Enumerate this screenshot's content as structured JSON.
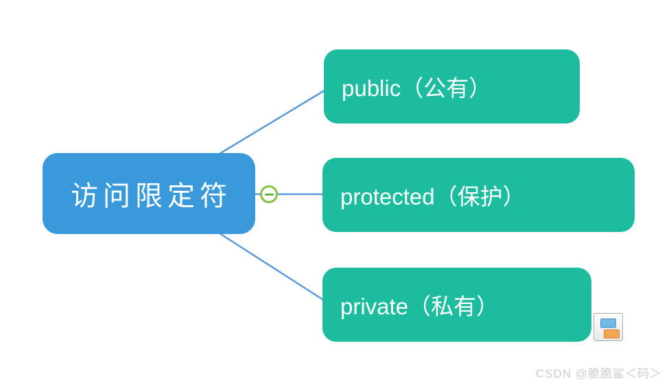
{
  "mindmap": {
    "root": {
      "label": "访问限定符",
      "fill": "#3999DB",
      "text_color": "#FFFFFF"
    },
    "branches": [
      {
        "label": "public（公有）",
        "fill": "#1EBC9E"
      },
      {
        "label": "protected（保护）",
        "fill": "#1EBC9E"
      },
      {
        "label": "private（私有）",
        "fill": "#1EBC9E"
      }
    ],
    "connector_color": "#5B9BD5",
    "collapse_button": {
      "state": "expanded",
      "symbol": "minus",
      "ring_color": "#84C340",
      "minus_color": "#66AF3C"
    }
  },
  "navigator_icon": {
    "name": "layout-thumbnail-icon",
    "blue": "#72B9E8",
    "orange": "#F2A654"
  },
  "watermark": {
    "text": "CSDN @脆脆鲨＜码＞",
    "color": "#CDCDCD"
  }
}
